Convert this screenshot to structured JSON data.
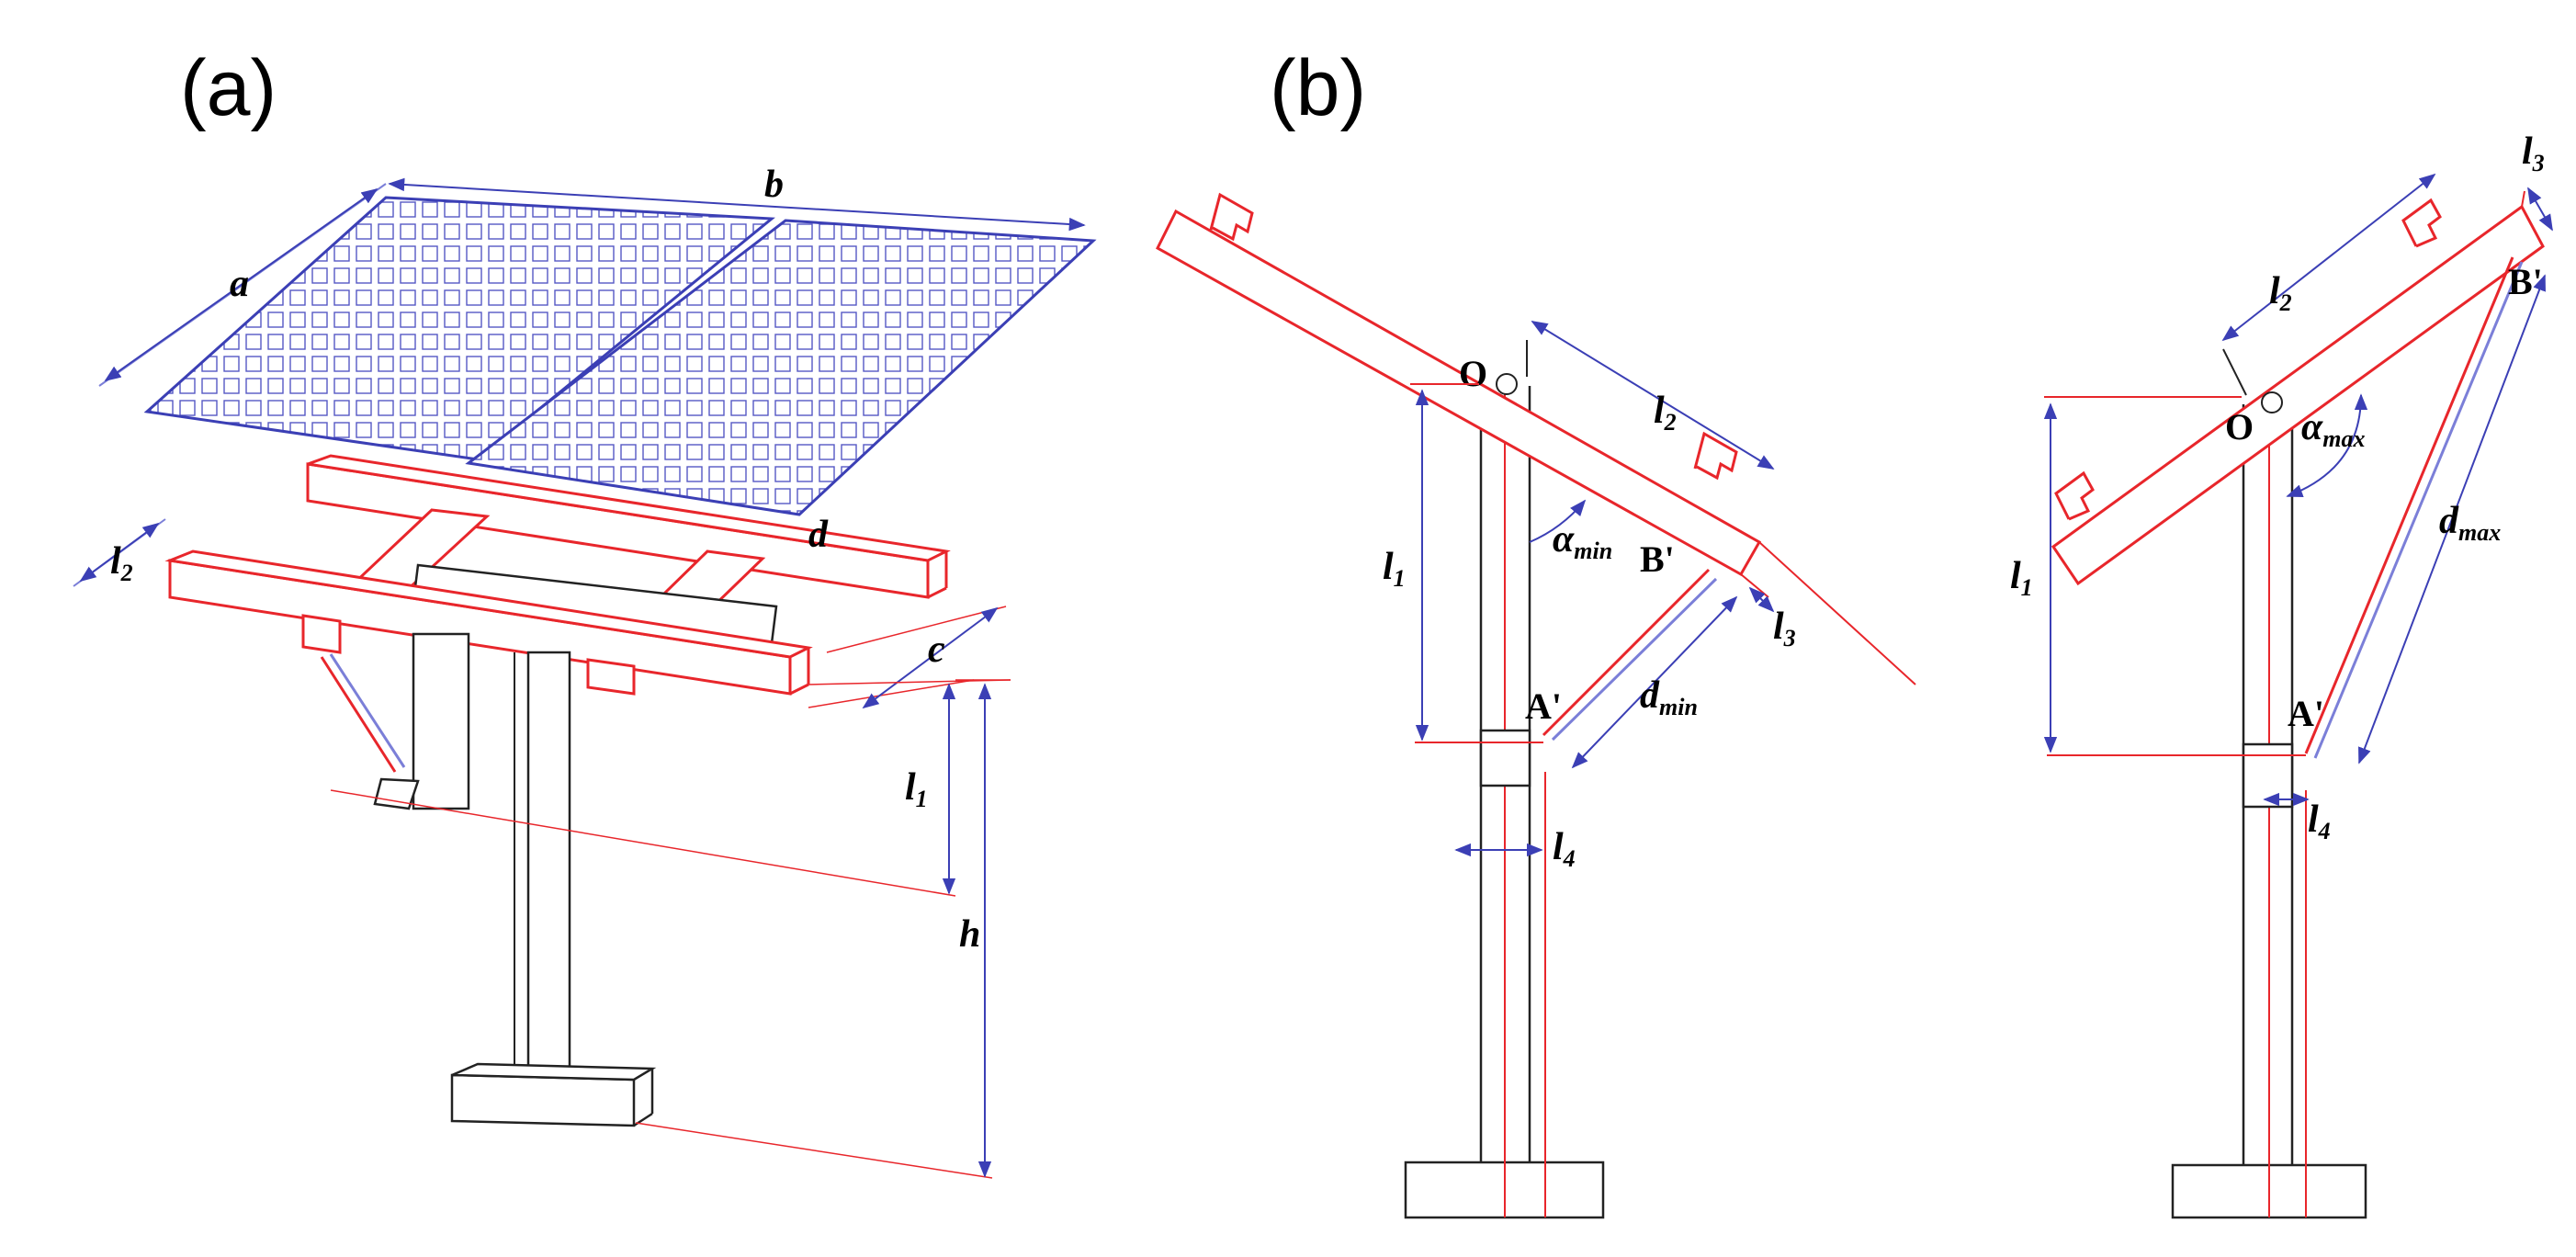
{
  "panels": {
    "a": {
      "label": "(a)"
    },
    "b": {
      "label": "(b)"
    }
  },
  "labels": {
    "a": "a",
    "b": "b",
    "d": "d",
    "c": "c",
    "l2_a": "l",
    "l2_a_sub": "2",
    "l1_a": "l",
    "l1_a_sub": "1",
    "h": "h",
    "O_min": "O",
    "l2_min": "l",
    "l2_min_sub": "2",
    "alpha_min": "α",
    "alpha_min_sub": "min",
    "B_min": "B'",
    "l1_min": "l",
    "l1_min_sub": "1",
    "l3_min": "l",
    "l3_min_sub": "3",
    "A_min": "A'",
    "d_min": "d",
    "d_min_sub": "min",
    "l4_min": "l",
    "l4_min_sub": "4",
    "l3_max": "l",
    "l3_max_sub": "3",
    "B_max": "B'",
    "l2_max": "l",
    "l2_max_sub": "2",
    "O_max": "O",
    "alpha_max": "α",
    "alpha_max_sub": "max",
    "d_max": "d",
    "d_max_sub": "max",
    "l1_max": "l",
    "l1_max_sub": "1",
    "A_max": "A'",
    "l4_max": "l",
    "l4_max_sub": "4"
  },
  "colors": {
    "structure": "#e8262b",
    "dimension": "#3b3fb5",
    "outline": "#222222"
  }
}
